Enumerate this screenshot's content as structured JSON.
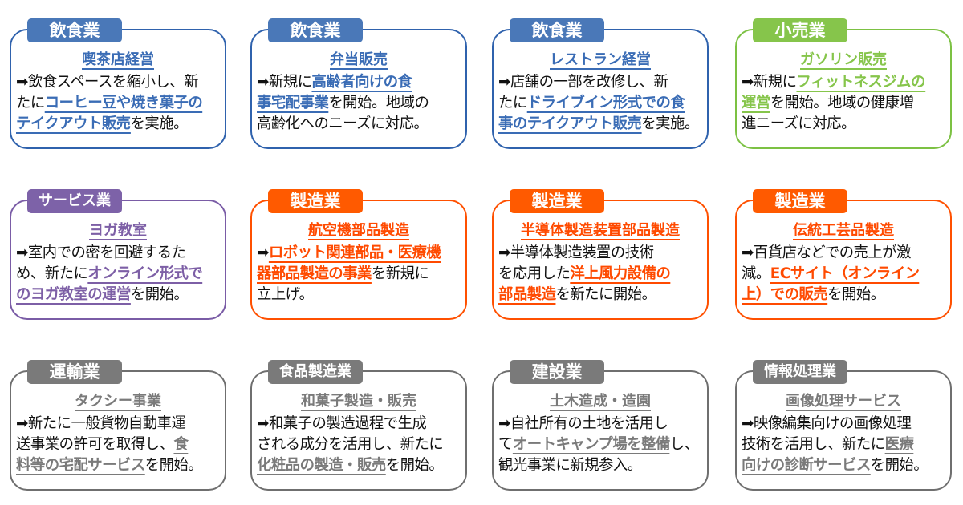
{
  "colors": {
    "blue": {
      "border": "#2f62ad",
      "tab": "#4a78b8",
      "text": "#3a6cb5"
    },
    "green": {
      "border": "#7cc143",
      "tab": "#86c54b",
      "text": "#86c54b"
    },
    "purple": {
      "border": "#7a5ca6",
      "tab": "#7d62a8",
      "text": "#7d5fa6"
    },
    "orange": {
      "border": "#ff5000",
      "tab": "#ff5a00",
      "text": "#ff4a00"
    },
    "gray": {
      "border": "#6f6f6f",
      "tab": "#7a7a7a",
      "text": "#7a7a7a"
    }
  },
  "cards": [
    {
      "category": "飲食業",
      "color": "blue",
      "title": "喫茶店経営",
      "lines": [
        [
          {
            "t": "➡飲食スペースを縮小し、新"
          }
        ],
        [
          {
            "t": "たに"
          },
          {
            "t": "コーヒー豆や焼き菓子の",
            "h": true
          }
        ],
        [
          {
            "t": "テイクアウト販売",
            "h": true
          },
          {
            "t": "を実施。"
          }
        ]
      ]
    },
    {
      "category": "飲食業",
      "color": "blue",
      "title": "弁当販売",
      "lines": [
        [
          {
            "t": "➡新規に"
          },
          {
            "t": "高齢者向けの食",
            "h": true
          }
        ],
        [
          {
            "t": "事宅配事業",
            "h": true
          },
          {
            "t": "を開始。地域の"
          }
        ],
        [
          {
            "t": "高齢化へのニーズに対応。"
          }
        ]
      ]
    },
    {
      "category": "飲食業",
      "color": "blue",
      "title": "レストラン経営",
      "lines": [
        [
          {
            "t": "➡店舗の一部を改修し、新"
          }
        ],
        [
          {
            "t": "たに"
          },
          {
            "t": "ドライブイン形式での食",
            "h": true
          }
        ],
        [
          {
            "t": "事のテイクアウト販売",
            "h": true
          },
          {
            "t": "を実施。"
          }
        ]
      ]
    },
    {
      "category": "小売業",
      "color": "green",
      "title": "ガソリン販売",
      "lines": [
        [
          {
            "t": "➡新規に"
          },
          {
            "t": "フィットネスジムの",
            "h": true
          }
        ],
        [
          {
            "t": "運営",
            "h": true
          },
          {
            "t": "を開始。地域の健康増"
          }
        ],
        [
          {
            "t": "進ニーズに対応。"
          }
        ]
      ]
    },
    {
      "category": "サービス業",
      "color": "purple",
      "title": "ヨガ教室",
      "lines": [
        [
          {
            "t": "➡室内での密を回避するた"
          }
        ],
        [
          {
            "t": "め、新たに"
          },
          {
            "t": "オンライン形式で",
            "h": true
          }
        ],
        [
          {
            "t": "のヨガ教室の運営",
            "h": true
          },
          {
            "t": "を開始。"
          }
        ]
      ]
    },
    {
      "category": "製造業",
      "color": "orange",
      "title": "航空機部品製造",
      "lines": [
        [
          {
            "t": "➡"
          },
          {
            "t": "ロボット関連部品・医療機",
            "h": true
          }
        ],
        [
          {
            "t": "器部品製造の事業",
            "h": true
          },
          {
            "t": "を新規に"
          }
        ],
        [
          {
            "t": "立上げ。"
          }
        ]
      ]
    },
    {
      "category": "製造業",
      "color": "orange",
      "title": "半導体製造装置部品製造",
      "lines": [
        [
          {
            "t": "➡半導体製造装置の技術"
          }
        ],
        [
          {
            "t": "を応用した"
          },
          {
            "t": "洋上風力設備の",
            "h": true
          }
        ],
        [
          {
            "t": "部品製造",
            "h": true
          },
          {
            "t": "を新たに開始。"
          }
        ]
      ]
    },
    {
      "category": "製造業",
      "color": "orange",
      "title": "伝統工芸品製造",
      "lines": [
        [
          {
            "t": "➡百貨店などでの売上が激"
          }
        ],
        [
          {
            "t": "減。"
          },
          {
            "t": "ECサイト（オンライン",
            "h": true
          }
        ],
        [
          {
            "t": "上）での販売",
            "h": true
          },
          {
            "t": "を開始。"
          }
        ]
      ]
    },
    {
      "category": "運輸業",
      "color": "gray",
      "title": "タクシー事業",
      "lines": [
        [
          {
            "t": "➡新たに一般貨物自動車運"
          }
        ],
        [
          {
            "t": "送事業の許可を取得し、"
          },
          {
            "t": "食",
            "h": true
          }
        ],
        [
          {
            "t": "料等の宅配サービス",
            "h": true
          },
          {
            "t": "を開始。"
          }
        ]
      ]
    },
    {
      "category": "食品製造業",
      "color": "gray",
      "title": "和菓子製造・販売",
      "lines": [
        [
          {
            "t": "➡和菓子の製造過程で生成"
          }
        ],
        [
          {
            "t": "される成分を活用し、新たに"
          }
        ],
        [
          {
            "t": "化粧品の製造・販売",
            "h": true
          },
          {
            "t": "を開始。"
          }
        ]
      ]
    },
    {
      "category": "建設業",
      "color": "gray",
      "title": "土木造成・造園",
      "lines": [
        [
          {
            "t": "➡自社所有の土地を活用し"
          }
        ],
        [
          {
            "t": "て"
          },
          {
            "t": "オートキャンプ場を整備",
            "h": true
          },
          {
            "t": "し、"
          }
        ],
        [
          {
            "t": "観光事業に新規参入。"
          }
        ]
      ]
    },
    {
      "category": "情報処理業",
      "color": "gray",
      "title": "画像処理サービス",
      "lines": [
        [
          {
            "t": "➡映像編集向けの画像処理"
          }
        ],
        [
          {
            "t": "技術を活用し、新たに"
          },
          {
            "t": "医療",
            "h": true
          }
        ],
        [
          {
            "t": "向けの診断サービス",
            "h": true
          },
          {
            "t": "を開始。"
          }
        ]
      ]
    }
  ]
}
